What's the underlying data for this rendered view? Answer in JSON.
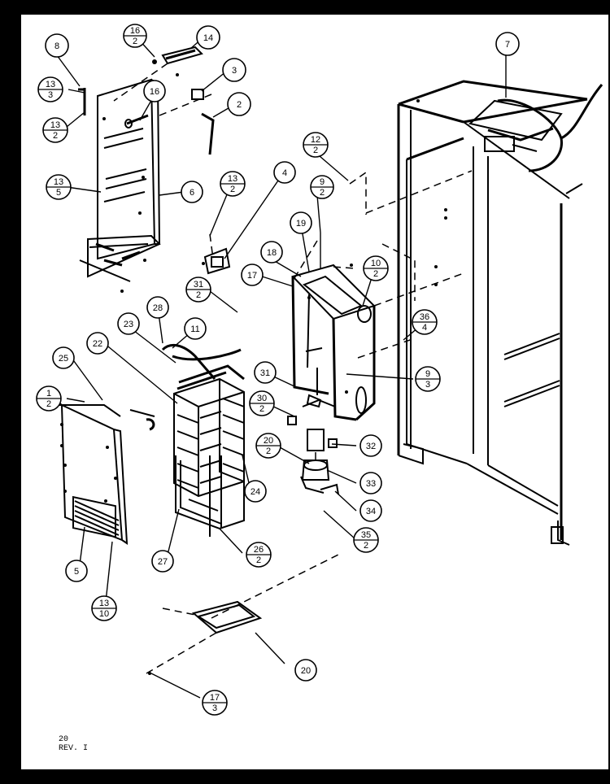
{
  "callouts": [
    {
      "id": "c8",
      "top": "8"
    },
    {
      "id": "c16_2",
      "top": "16",
      "bottom": "2"
    },
    {
      "id": "c14",
      "top": "14"
    },
    {
      "id": "c7",
      "top": "7"
    },
    {
      "id": "c3",
      "top": "3"
    },
    {
      "id": "c2",
      "top": "2"
    },
    {
      "id": "c16",
      "top": "16"
    },
    {
      "id": "c13_3",
      "top": "13",
      "bottom": "3"
    },
    {
      "id": "c13_2a",
      "top": "13",
      "bottom": "2"
    },
    {
      "id": "c12_2",
      "top": "12",
      "bottom": "2"
    },
    {
      "id": "c13_5",
      "top": "13",
      "bottom": "5"
    },
    {
      "id": "c6",
      "top": "6"
    },
    {
      "id": "c4",
      "top": "4"
    },
    {
      "id": "c13_2b",
      "top": "13",
      "bottom": "2"
    },
    {
      "id": "c9_2",
      "top": "9",
      "bottom": "2"
    },
    {
      "id": "c19",
      "top": "19"
    },
    {
      "id": "c18",
      "top": "18"
    },
    {
      "id": "c10_2",
      "top": "10",
      "bottom": "2"
    },
    {
      "id": "c17",
      "top": "17"
    },
    {
      "id": "c31_2",
      "top": "31",
      "bottom": "2"
    },
    {
      "id": "c36_4",
      "top": "36",
      "bottom": "4"
    },
    {
      "id": "c28",
      "top": "28"
    },
    {
      "id": "c23",
      "top": "23"
    },
    {
      "id": "c11",
      "top": "11"
    },
    {
      "id": "c22",
      "top": "22"
    },
    {
      "id": "c25",
      "top": "25"
    },
    {
      "id": "c31",
      "top": "31"
    },
    {
      "id": "c9_3",
      "top": "9",
      "bottom": "3"
    },
    {
      "id": "c1_2",
      "top": "1",
      "bottom": "2"
    },
    {
      "id": "c30_2",
      "top": "30",
      "bottom": "2"
    },
    {
      "id": "c32",
      "top": "32"
    },
    {
      "id": "c20_2",
      "top": "20",
      "bottom": "2"
    },
    {
      "id": "c24",
      "top": "24"
    },
    {
      "id": "c33",
      "top": "33"
    },
    {
      "id": "c34",
      "top": "34"
    },
    {
      "id": "c26_2",
      "top": "26",
      "bottom": "2"
    },
    {
      "id": "c35_2",
      "top": "35",
      "bottom": "2"
    },
    {
      "id": "c27",
      "top": "27"
    },
    {
      "id": "c5",
      "top": "5"
    },
    {
      "id": "c13_10",
      "top": "13",
      "bottom": "10"
    },
    {
      "id": "c20",
      "top": "20"
    },
    {
      "id": "c17_3",
      "top": "17",
      "bottom": "3"
    }
  ],
  "footer": {
    "line1": "20",
    "line2": "REV. I"
  }
}
